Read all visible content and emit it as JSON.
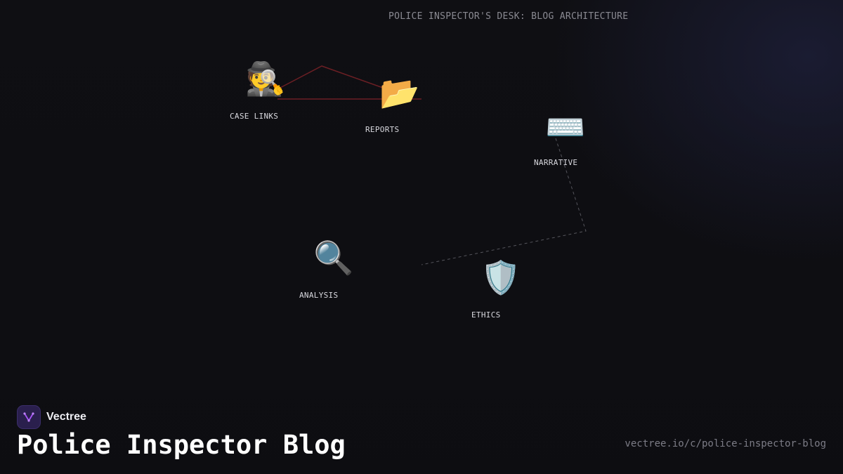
{
  "header": {
    "title": "POLICE INSPECTOR'S DESK: BLOG ARCHITECTURE"
  },
  "nodes": [
    {
      "id": "case-links",
      "label": "CASE LINKS",
      "icon": "detective-icon",
      "glyph": "🕵️"
    },
    {
      "id": "reports",
      "label": "REPORTS",
      "icon": "open-folder-icon",
      "glyph": "📂"
    },
    {
      "id": "narrative",
      "label": "NARRATIVE",
      "icon": "keyboard-icon",
      "glyph": "⌨️"
    },
    {
      "id": "analysis",
      "label": "ANALYSIS",
      "icon": "magnifier-icon",
      "glyph": "🔍"
    },
    {
      "id": "ethics",
      "label": "ETHICS",
      "icon": "shield-icon",
      "glyph": "🛡️"
    }
  ],
  "links": [
    {
      "from": "case-links",
      "to": "reports",
      "style": "solid",
      "color": "#6b1f24"
    },
    {
      "from": "narrative",
      "to": "analysis",
      "style": "dashed",
      "color": "#55555c"
    }
  ],
  "brand": {
    "name": "Vectree",
    "accent": "#a855f7"
  },
  "footer": {
    "title": "Police Inspector Blog",
    "url": "vectree.io/c/police-inspector-blog"
  }
}
